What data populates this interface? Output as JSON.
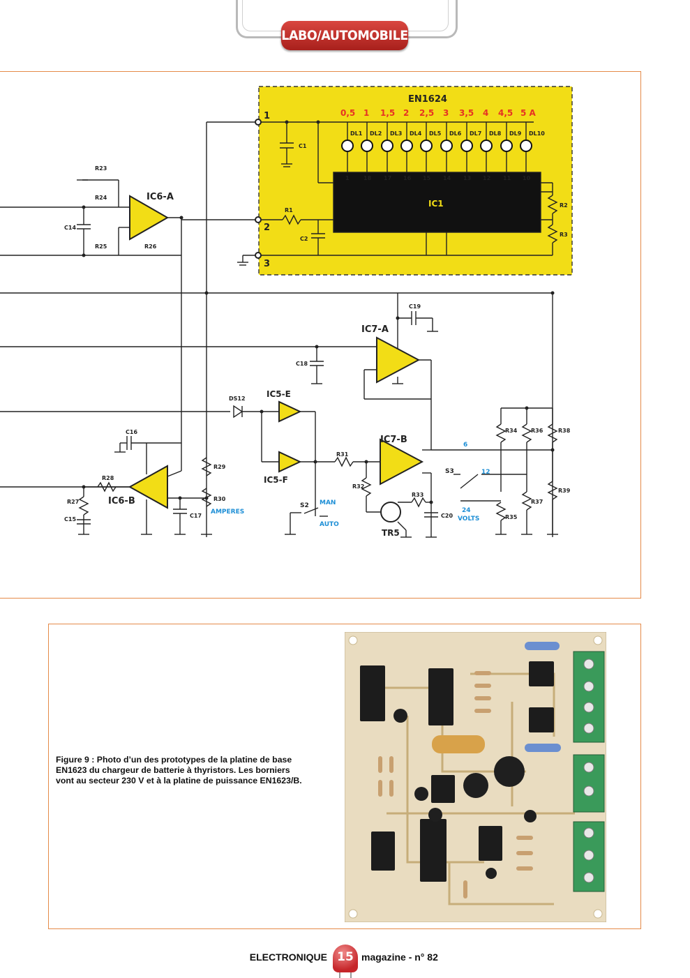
{
  "header": {
    "section": "LABO/AUTOMOBILE"
  },
  "schematic": {
    "board": "EN1624",
    "scale": [
      "0,5",
      "1",
      "1,5",
      "2",
      "2,5",
      "3",
      "3,5",
      "4",
      "4,5",
      "5 A"
    ],
    "leds": [
      "DL1",
      "DL2",
      "DL3",
      "DL4",
      "DL5",
      "DL6",
      "DL7",
      "DL8",
      "DL9",
      "DL10"
    ],
    "ic1_top_pins": [
      "1",
      "18",
      "17",
      "16",
      "15",
      "14",
      "13",
      "12",
      "11",
      "10"
    ],
    "ic1_name": "IC1",
    "terminals": [
      "1",
      "2",
      "3"
    ],
    "ic6a": "IC6-A",
    "ic6b": "IC6-B",
    "ic7a": "IC7-A",
    "ic7b": "IC7-B",
    "ic5e": "IC5-E",
    "ic5f": "IC5-F",
    "tr5": "TR5",
    "ds12": "DS12",
    "s2": "S2",
    "s2_man": "MAN",
    "s2_auto": "AUTO",
    "s3": "S3",
    "s3_opts": [
      "6",
      "12",
      "24"
    ],
    "s3_volts": "VOLTS",
    "amperes": "AMPERES",
    "components": {
      "c1": "C1",
      "c2": "C2",
      "c14": "C14",
      "c15": "C15",
      "c16": "C16",
      "c17": "C17",
      "c18": "C18",
      "c19": "C19",
      "c20": "C20",
      "r1": "R1",
      "r2": "R2",
      "r3": "R3",
      "r23": "R23",
      "r24": "R24",
      "r25": "R25",
      "r26": "R26",
      "r27": "R27",
      "r28": "R28",
      "r29": "R29",
      "r30": "R30",
      "r31": "R31",
      "r32": "R32",
      "r33": "R33",
      "r34": "R34",
      "r35": "R35",
      "r36": "R36",
      "r37": "R37",
      "r38": "R38",
      "r39": "R39"
    },
    "accent": "#f2dd16",
    "scale_color": "#e63323",
    "label_blue": "#1e8fd6"
  },
  "caption": "Figure 9 : Photo d’un des prototypes de la platine de base EN1623 du chargeur de batterie à thyristors. Les borniers vont au secteur 230 V et à la platine de puissance EN1623/B.",
  "footer": {
    "left": "ELECTRONIQUE",
    "page": "15",
    "right": "magazine - n° 82"
  }
}
